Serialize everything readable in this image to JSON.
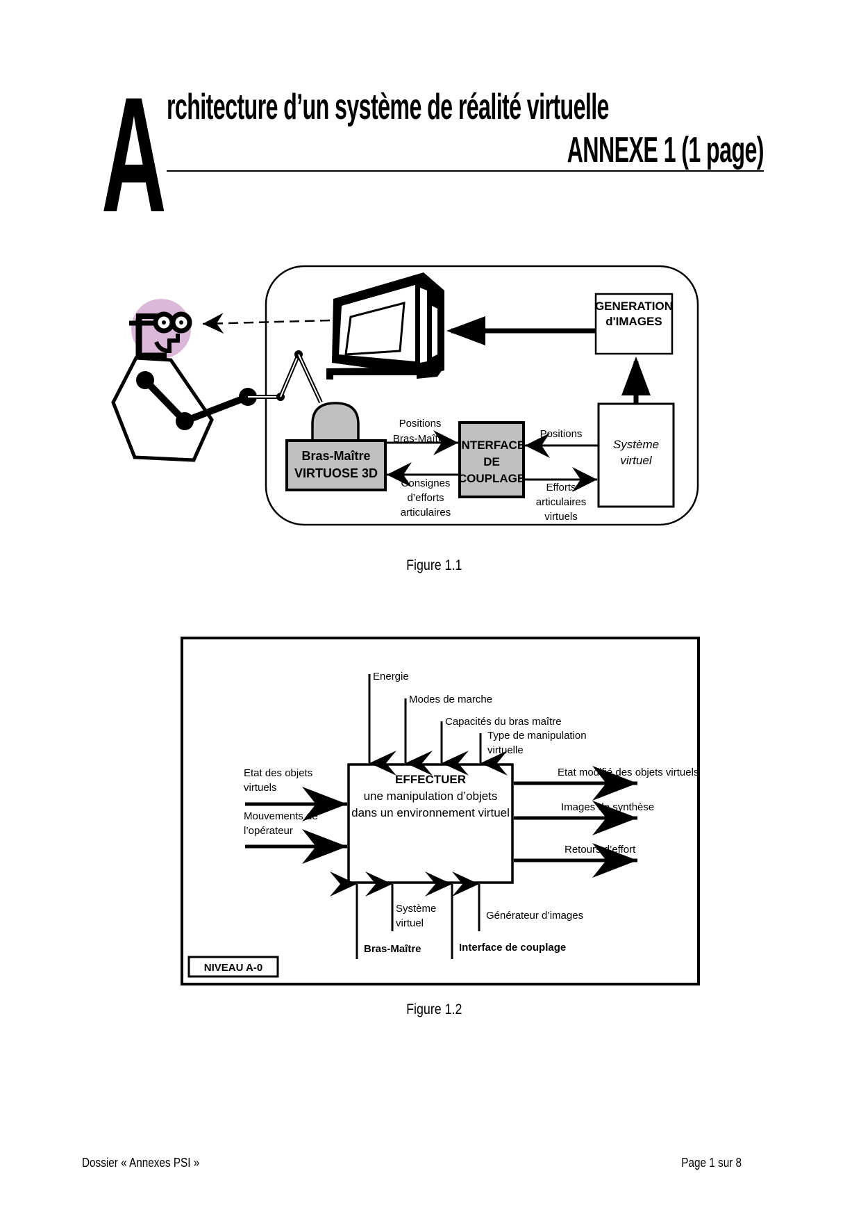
{
  "header": {
    "initial_letter": "A",
    "title_rest": "rchitecture d’un système de réalité virtuelle",
    "subtitle": "ANNEXE 1 (1 page)"
  },
  "figure1": {
    "caption": "Figure 1.1",
    "blocks": {
      "generation_line1": "GENERATION",
      "generation_line2": "d'IMAGES",
      "bras_line1": "Bras-Maître",
      "bras_line2": "VIRTUOSE 3D",
      "interface_line1": "INTERFACE",
      "interface_line2": "DE",
      "interface_line3": "COUPLAGE",
      "systeme_line1": "Système",
      "systeme_line2": "virtuel"
    },
    "flows": {
      "positions_bras_line1": "Positions",
      "positions_bras_line2": "Bras-Maître",
      "consignes_line1": "Consignes",
      "consignes_line2": "d’efforts",
      "consignes_line3": "articulaires",
      "positions": "Positions",
      "efforts_line1": "Efforts",
      "efforts_line2": "articulaires",
      "efforts_line3": "virtuels"
    },
    "colors": {
      "block_fill": "#c0c0c0",
      "head_fill": "#dcb8d8"
    }
  },
  "figure2": {
    "caption": "Figure 1.2",
    "level_label": "NIVEAU A-0",
    "function": {
      "verb": "EFFECTUER",
      "line2": "une manipulation d’objets",
      "line3": "dans un environnement virtuel"
    },
    "controls": [
      {
        "label_line1": "Energie",
        "label_line2": ""
      },
      {
        "label_line1": "Modes de marche",
        "label_line2": ""
      },
      {
        "label_line1": "Capacités du bras maître",
        "label_line2": ""
      },
      {
        "label_line1": "Type de manipulation",
        "label_line2": "virtuelle"
      }
    ],
    "inputs": [
      {
        "label_line1": "Etat des objets",
        "label_line2": "virtuels"
      },
      {
        "label_line1": "Mouvements de",
        "label_line2": "l’opérateur"
      }
    ],
    "outputs": [
      {
        "label": "Etat modifié des objets virtuels"
      },
      {
        "label": "Images de synthèse"
      },
      {
        "label": "Retours d’effort"
      }
    ],
    "mechanisms": [
      {
        "label_line1": "Bras-Maître",
        "label_line2": ""
      },
      {
        "label_line1": "Système",
        "label_line2": "virtuel"
      },
      {
        "label_line1": "Interface de couplage",
        "label_line2": ""
      },
      {
        "label_line1": "Générateur d’images",
        "label_line2": ""
      }
    ]
  },
  "footer": {
    "left": "Dossier « Annexes PSI »",
    "right": "Page 1 sur 8"
  }
}
